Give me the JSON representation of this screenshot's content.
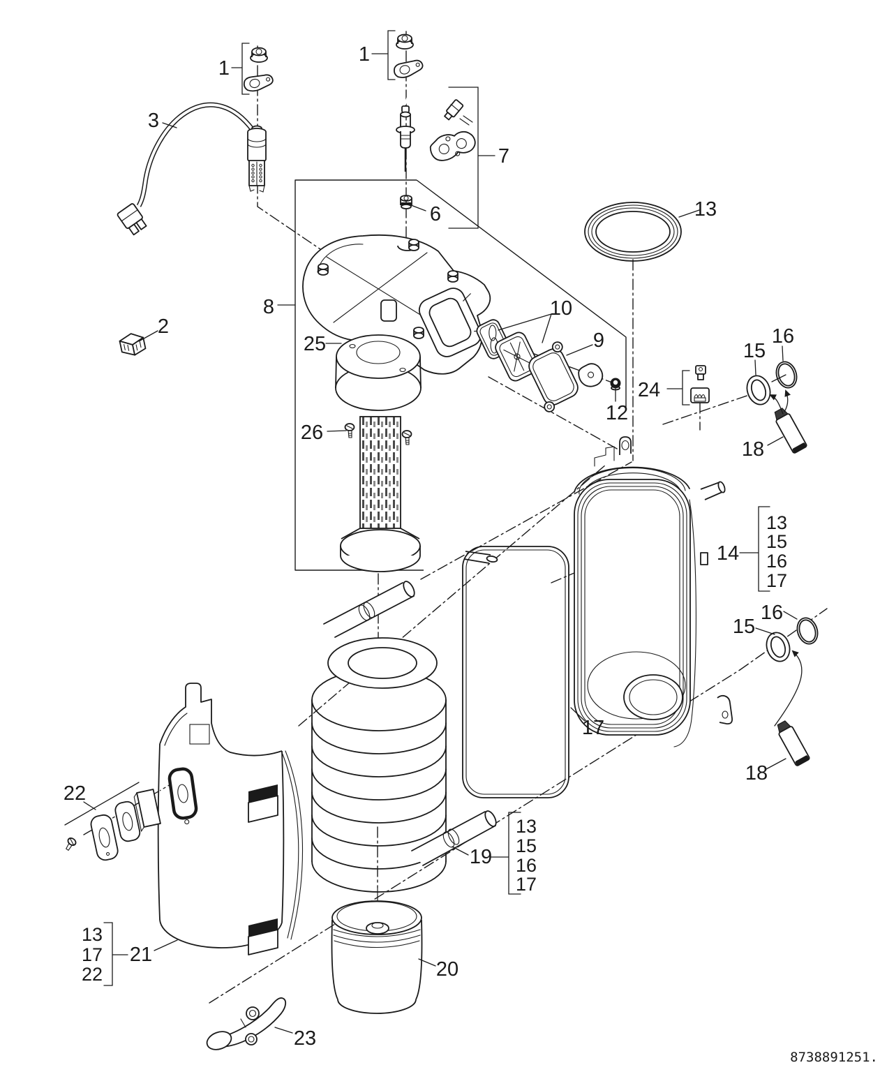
{
  "page": {
    "background": "#ffffff",
    "line_color": "#1a1a1a"
  },
  "footer": {
    "document_number": "8738891251."
  },
  "callouts": {
    "n1_left": "1",
    "n1_center": "1",
    "n2": "2",
    "n3": "3",
    "n6": "6",
    "n7": "7",
    "n8": "8",
    "n9": "9",
    "n10": "10",
    "n12": "12",
    "n13_top": "13",
    "n14": "14",
    "n15_upper": "15",
    "n16_upper": "16",
    "n18_upper": "18",
    "n15_lower": "15",
    "n16_lower": "16",
    "n18_lower": "18",
    "n17": "17",
    "n19": "19",
    "n20": "20",
    "n21": "21",
    "n22": "22",
    "n23": "23",
    "n24": "24",
    "n25": "25",
    "n26": "26"
  },
  "reference_groups": {
    "tank_group": [
      "13",
      "15",
      "16",
      "17"
    ],
    "outlet_pipe_group": [
      "13",
      "15",
      "16",
      "17"
    ],
    "insulation_group": [
      "13",
      "17",
      "22"
    ]
  }
}
